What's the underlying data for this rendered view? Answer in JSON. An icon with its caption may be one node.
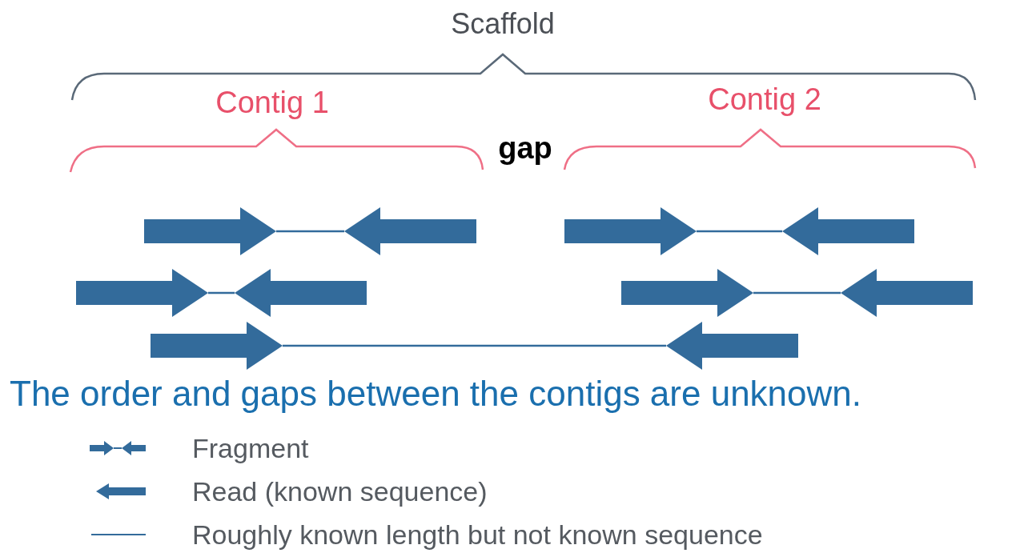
{
  "diagram": {
    "caption": "The order and gaps between the contigs are unknown.",
    "labels": [
      "Scaffold",
      "Contig 1",
      "Contig 2",
      "gap"
    ],
    "legend": [
      {
        "text": "Fragment"
      },
      {
        "text": "Read (known sequence)"
      },
      {
        "text": "Roughly known length but not known sequence"
      }
    ]
  }
}
